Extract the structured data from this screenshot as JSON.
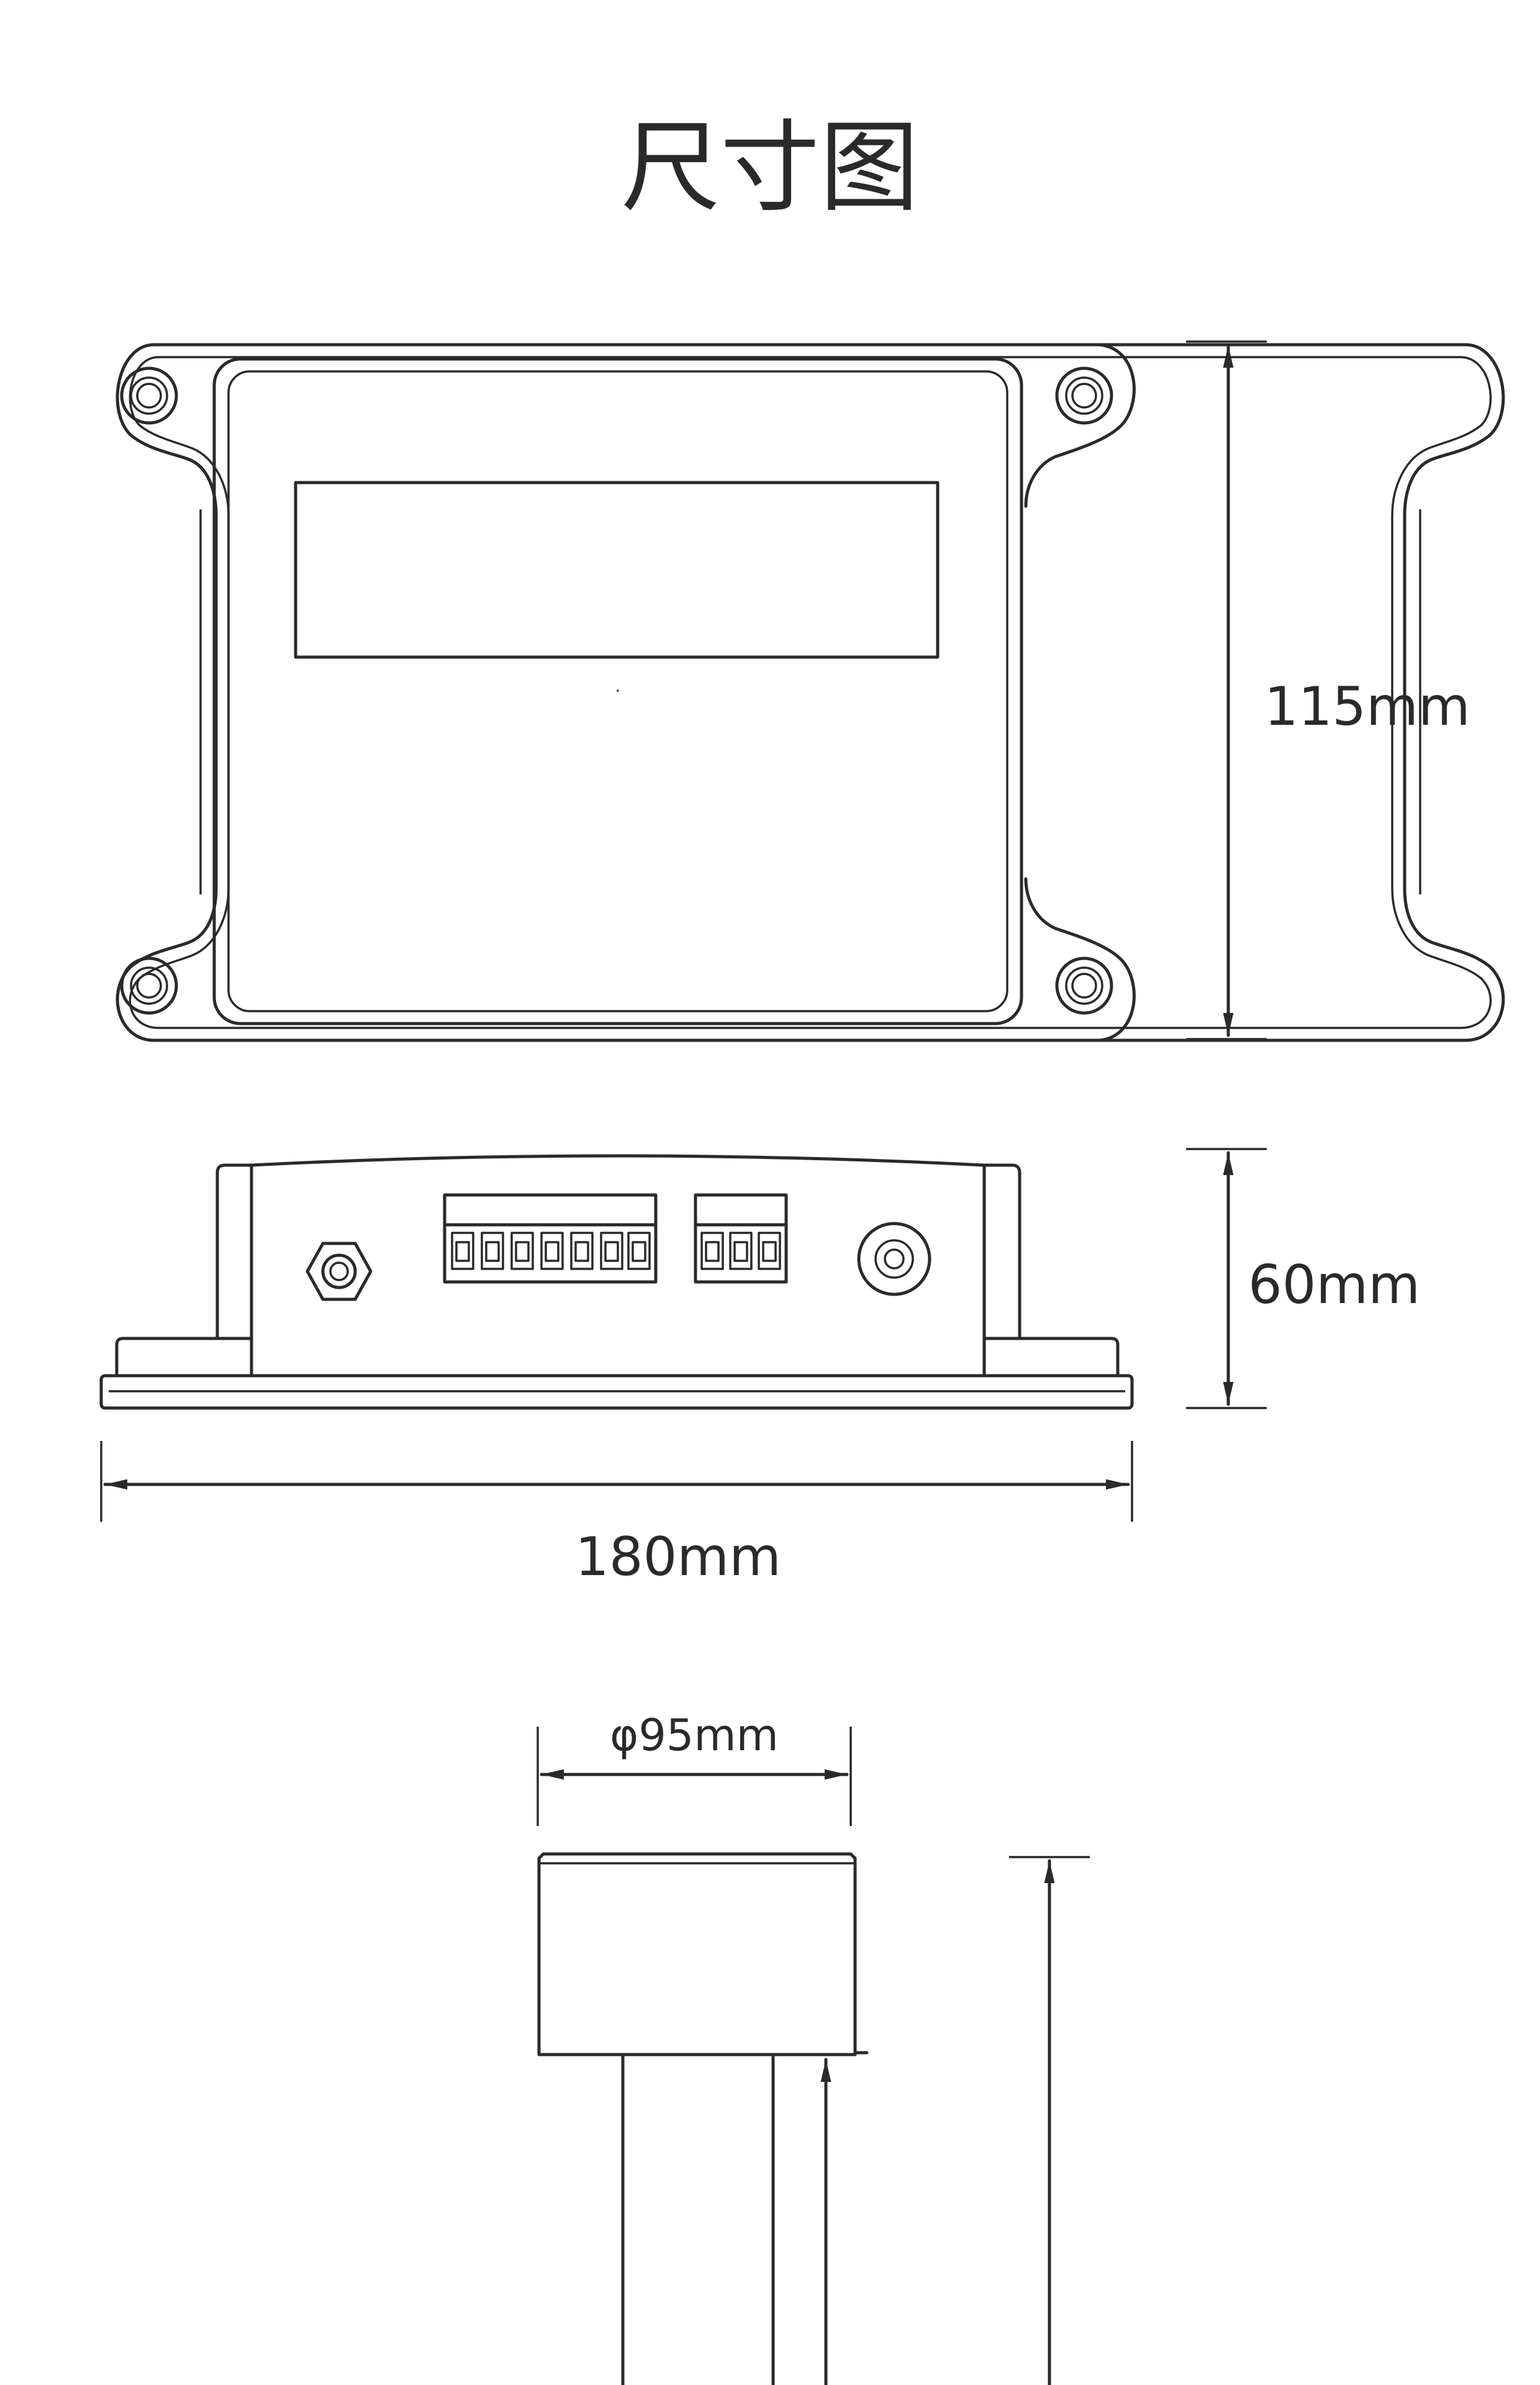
{
  "title": "尺寸图",
  "dimensions": {
    "height_top_view": "115mm",
    "height_side_view": "60mm",
    "width": "180mm",
    "probe_diameter": "φ95mm"
  },
  "colors": {
    "line": "#2a2a2a",
    "background": "#ffffff"
  }
}
